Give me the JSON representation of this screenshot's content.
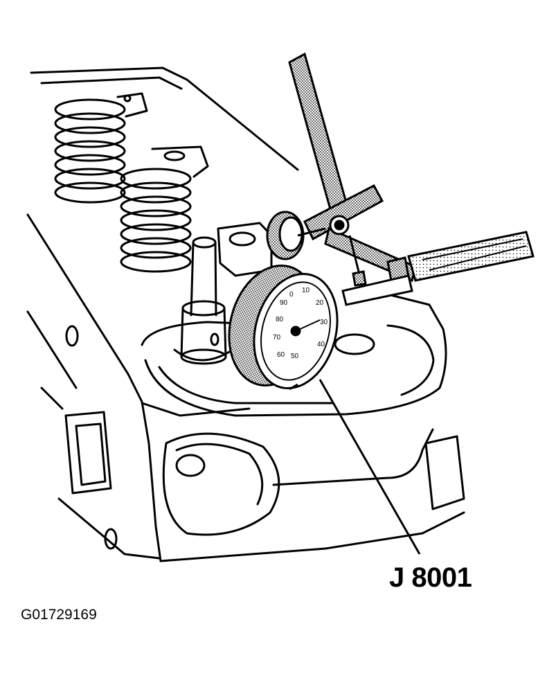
{
  "figure": {
    "tool_label": "J 8001",
    "figure_id": "G01729169",
    "dial_numbers": [
      "10",
      "20",
      "30",
      "40",
      "50",
      "60",
      "70",
      "80",
      "90",
      "0"
    ]
  }
}
